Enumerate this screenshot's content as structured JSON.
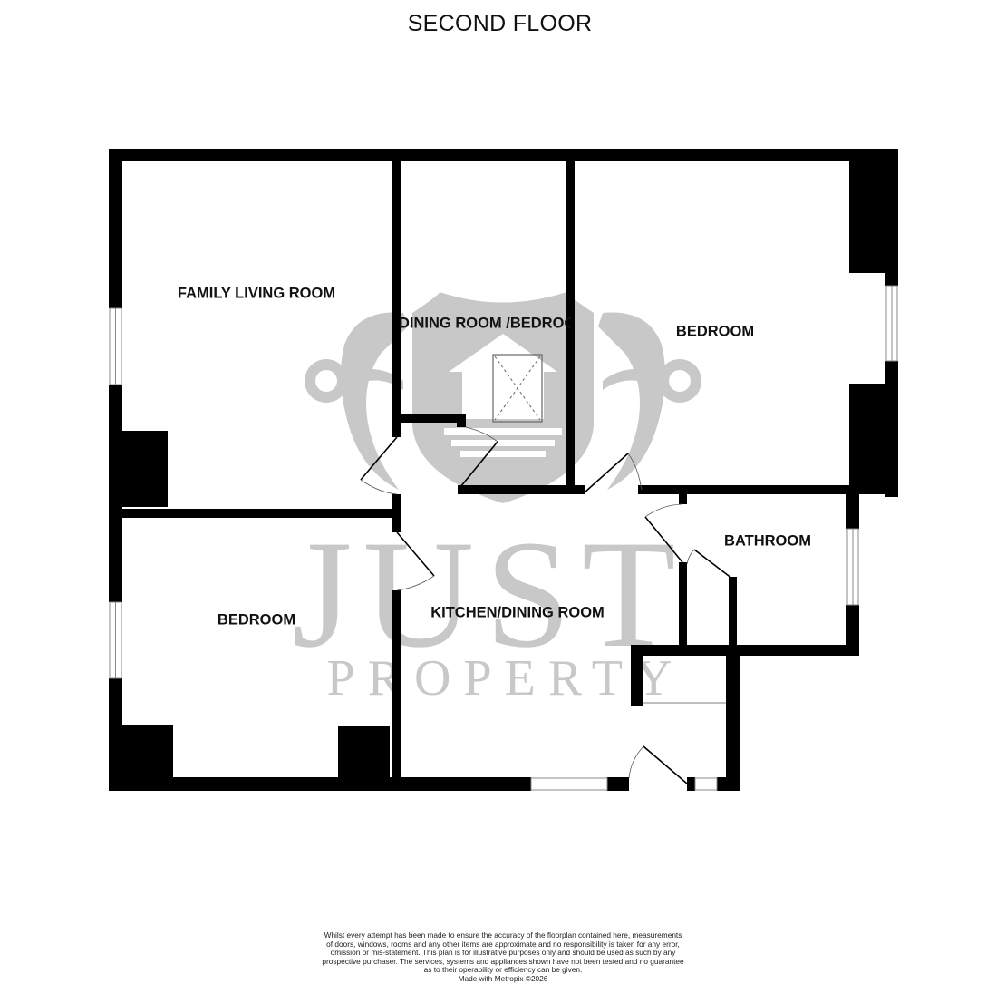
{
  "floor": {
    "title": "SECOND FLOOR"
  },
  "rooms": [
    {
      "id": "family-living-room",
      "label": "FAMILY LIVING ROOM"
    },
    {
      "id": "dining-room-bedroom",
      "label": "DINING ROOM /BEDROOM"
    },
    {
      "id": "bedroom-1",
      "label": "BEDROOM"
    },
    {
      "id": "bathroom",
      "label": "BATHROOM"
    },
    {
      "id": "bedroom-2",
      "label": "BEDROOM"
    },
    {
      "id": "kitchen-dining-room",
      "label": "KITCHEN/DINING ROOM"
    }
  ],
  "watermark": {
    "line1": "JUST",
    "line2": "PROPERTY",
    "color": "#c8c8c8"
  },
  "colors": {
    "wall": "#000000",
    "window_frame": "#888888",
    "door_swing": "#555555"
  },
  "disclaimer": {
    "lines": [
      "Whilst every attempt has been made to ensure the accuracy of the floorplan contained here, measurements",
      "of doors, windows, rooms and any other items are approximate and no responsibility is taken for any error,",
      "omission or mis-statement. This plan is for illustrative purposes only and should be used as such by any",
      "prospective purchaser. The services, systems and appliances shown have not been tested and no guarantee",
      "as to their operability or efficiency can be given."
    ],
    "credit": "Made with Metropix ©2026"
  }
}
